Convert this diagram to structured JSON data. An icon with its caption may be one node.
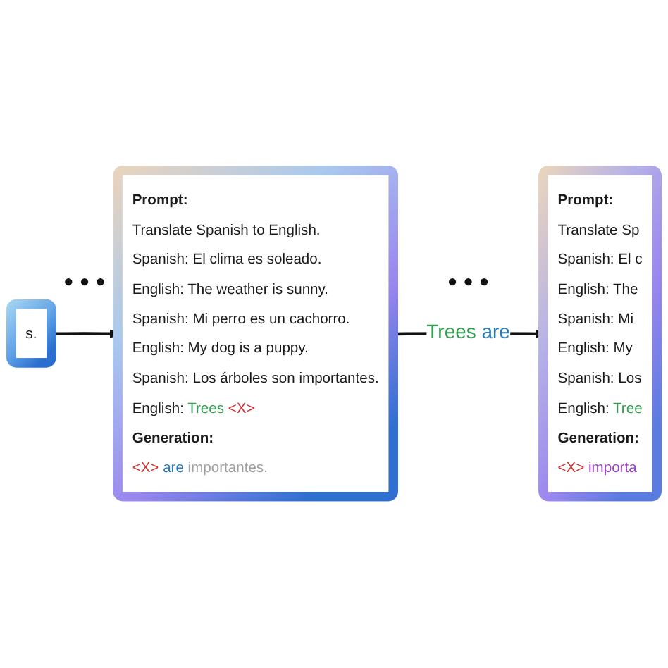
{
  "diagram": {
    "nodes": [
      {
        "text": [
          "s."
        ]
      },
      {
        "text": [
          "Prompt:",
          "Translate Spanish to English.",
          "Spanish: El clima es soleado.",
          "English: The weather is sunny.",
          "Spanish: Mi perro es un cachorro.",
          "English: My dog is a puppy.",
          "Spanish: Los árboles son importantes.",
          "English: Trees <X>",
          "Generation:",
          "<X> are importantes."
        ]
      },
      {
        "text": [
          "Prompt:",
          "Translate Sp",
          "Spanish: El c",
          "English: The",
          "Spanish: Mi",
          "English: My",
          "Spanish: Los",
          "English: Tree",
          "Generation:",
          "<X> importa"
        ]
      }
    ],
    "edges": [
      {
        "from": 0,
        "to": 1,
        "arrow": "to"
      },
      {
        "from": 1,
        "to": 2,
        "arrow": "to",
        "label": "Trees are"
      }
    ],
    "labels": [
      "• • •",
      "• • •"
    ]
  }
}
